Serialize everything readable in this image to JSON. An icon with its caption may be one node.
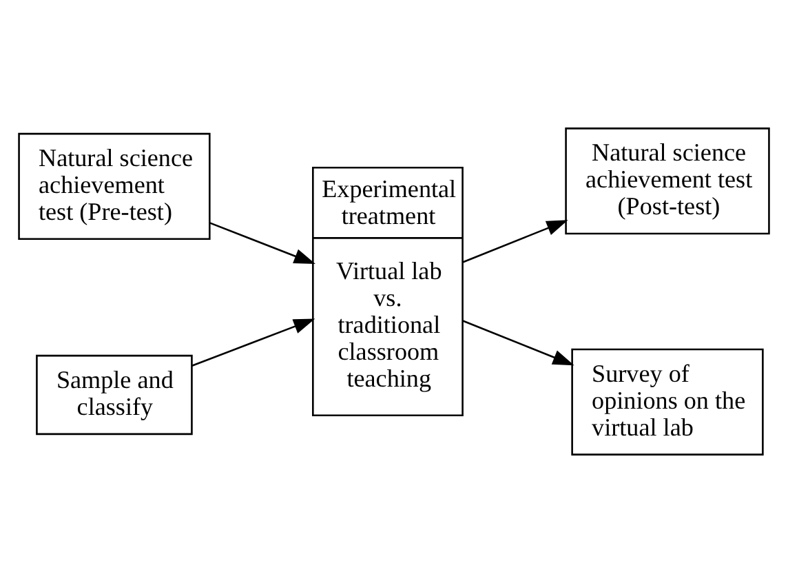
{
  "diagram": {
    "nodes": [
      {
        "text": [
          "Natural science achievement test (Pre-test)"
        ]
      },
      {
        "text": [
          "Experimental treatment",
          "Virtual lab vs. traditional classroom teaching"
        ]
      },
      {
        "text": [
          "Natural science achievement test (Post-test)"
        ]
      },
      {
        "text": [
          "Sample and classify"
        ]
      },
      {
        "text": [
          "Survey of opinions on the virtual lab"
        ]
      }
    ],
    "edges": [
      {
        "from": 0,
        "to": 1,
        "arrow": "to"
      },
      {
        "from": 3,
        "to": 1,
        "arrow": "to"
      },
      {
        "from": 1,
        "to": 2,
        "arrow": "to"
      },
      {
        "from": 1,
        "to": 4,
        "arrow": "to"
      }
    ]
  }
}
